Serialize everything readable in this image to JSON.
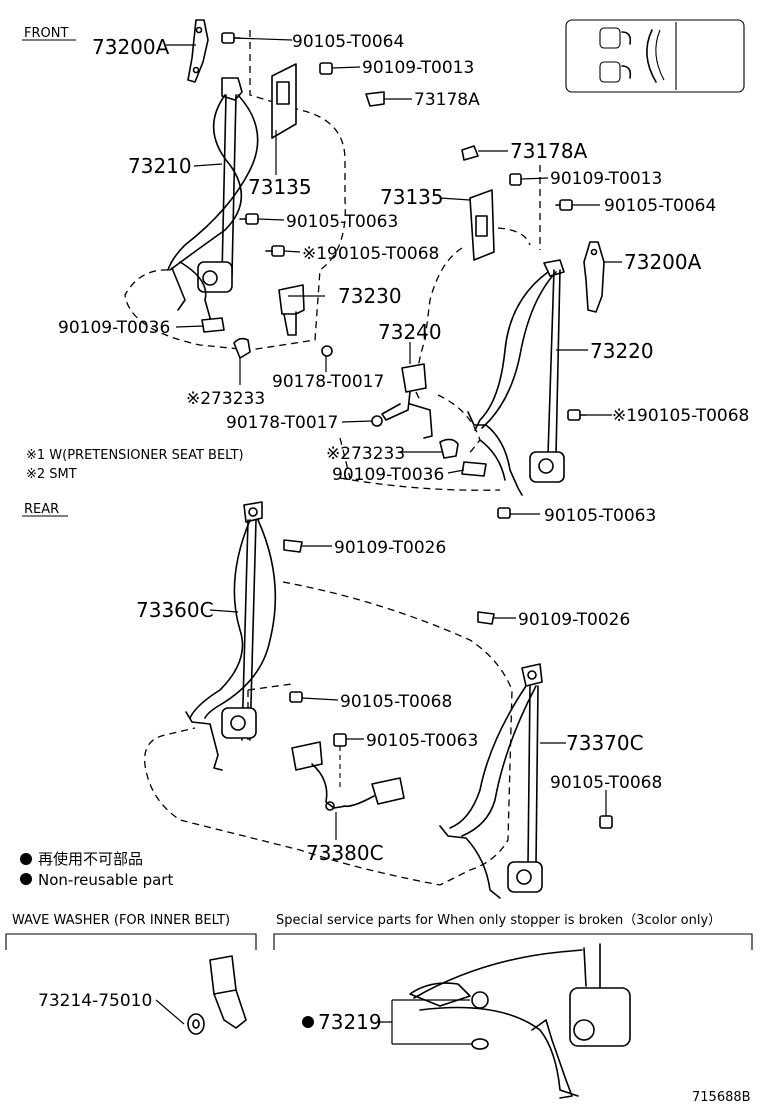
{
  "sections": {
    "front": "FRONT",
    "rear": "REAR",
    "wave_washer": "WAVE WASHER (FOR INNER BELT)",
    "special_service": "Special service parts for When only stopper is broken（3color only）"
  },
  "notes": {
    "note1": "※1 W(PRETENSIONER SEAT BELT)",
    "note2": "※2 SMT",
    "nonreusable_jp": "再使用不可部品",
    "nonreusable_en": "Non-reusable part"
  },
  "front_labels": {
    "p73200A_left": "73200A",
    "t0064_left": "90105-T0064",
    "t0013_left": "90109-T0013",
    "p73178A_left": "73178A",
    "p73210": "73210",
    "p73135_left": "73135",
    "t0063_left": "90105-T0063",
    "t0068_left": "※190105-T0068",
    "p73230": "73230",
    "t0036_left": "90109-T0036",
    "p73233_left": "※273233",
    "t0017_left": "90178-T0017",
    "p73178A_right": "73178A",
    "t0013_right": "90109-T0013",
    "p73135_right": "73135",
    "t0064_right": "90105-T0064",
    "p73200A_right": "73200A",
    "p73240": "73240",
    "p73220": "73220",
    "t0017_right": "90178-T0017",
    "t0068_right": "※190105-T0068",
    "p73233_right": "※273233",
    "t0036_right": "90109-T0036",
    "t0063_right": "90105-T0063"
  },
  "rear_labels": {
    "t0026_left": "90109-T0026",
    "p73360C": "73360C",
    "t0026_right": "90109-T0026",
    "t0068_left": "90105-T0068",
    "t0063": "90105-T0063",
    "p73370C": "73370C",
    "t0068_right": "90105-T0068",
    "p73380C": "73380C"
  },
  "bottom_labels": {
    "p73214": "73214-75010",
    "p73219": "73219"
  },
  "figure_id": "715688B"
}
